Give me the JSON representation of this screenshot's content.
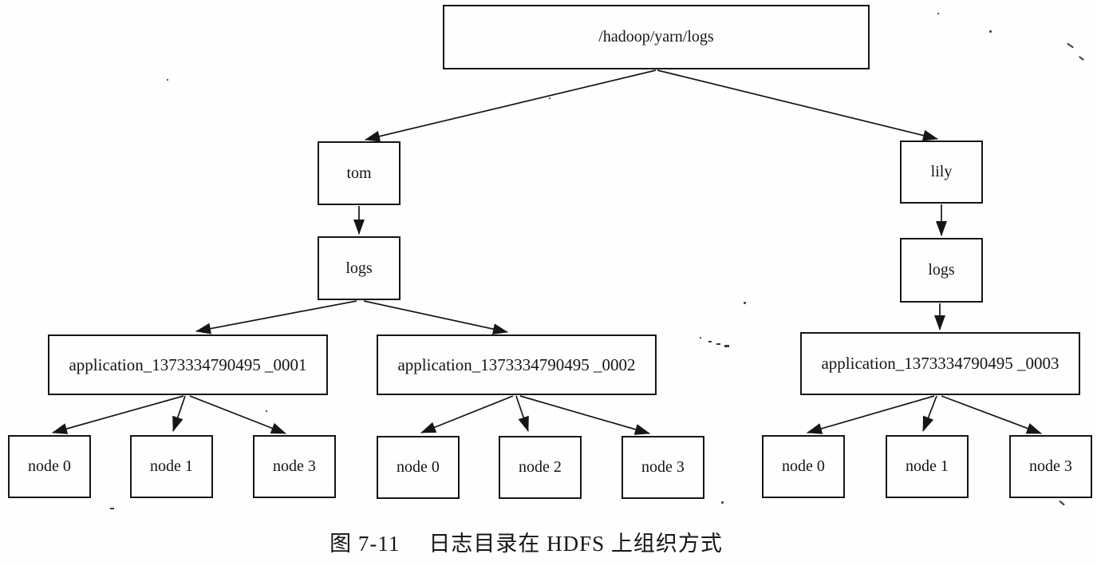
{
  "figure": {
    "caption_prefix": "图 7-11",
    "caption_text": "日志目录在 HDFS 上组织方式"
  },
  "tree": {
    "root": {
      "label": "/hadoop/yarn/logs"
    },
    "branches": [
      {
        "user": {
          "label": "tom"
        },
        "logs": {
          "label": "logs"
        },
        "applications": [
          {
            "label": "application_1373334790495 _0001",
            "nodes": [
              {
                "label": "node 0"
              },
              {
                "label": "node 1"
              },
              {
                "label": "node 3"
              }
            ]
          },
          {
            "label": "application_1373334790495 _0002",
            "nodes": [
              {
                "label": "node 0"
              },
              {
                "label": "node 2"
              },
              {
                "label": "node 3"
              }
            ]
          }
        ]
      },
      {
        "user": {
          "label": "lily"
        },
        "logs": {
          "label": "logs"
        },
        "applications": [
          {
            "label": "application_1373334790495 _0003",
            "nodes": [
              {
                "label": "node 0"
              },
              {
                "label": "node 1"
              },
              {
                "label": "node 3"
              }
            ]
          }
        ]
      }
    ]
  }
}
